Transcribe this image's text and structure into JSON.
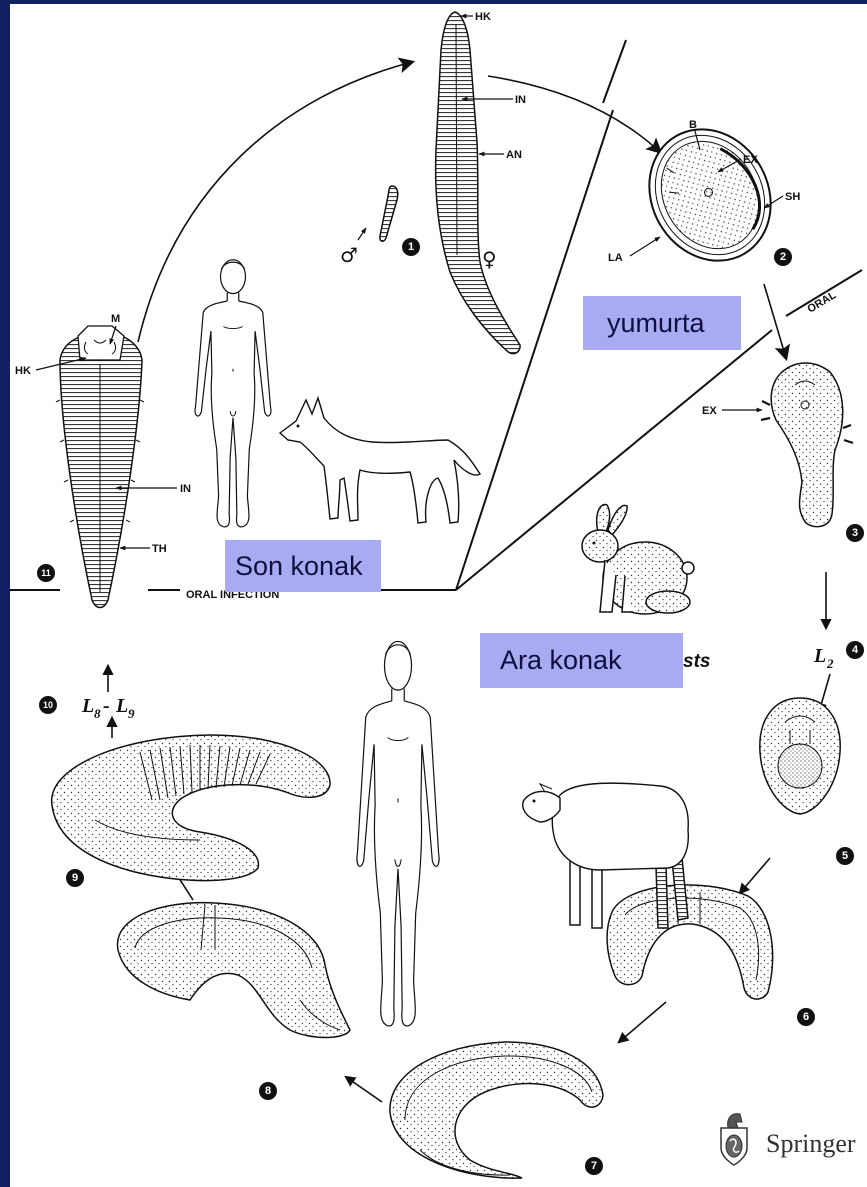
{
  "colors": {
    "frame": "#0f2163",
    "label_box": "#a9abf2",
    "label_text": "#101040",
    "ink": "#111111"
  },
  "labels": {
    "egg": "yumurta",
    "definitive_host": "Son konak",
    "intermediate_host": "Ara konak"
  },
  "stage_numbers": [
    "1",
    "2",
    "3",
    "4",
    "5",
    "6",
    "7",
    "8",
    "9",
    "10",
    "11"
  ],
  "adult_female": {
    "hooks": "HK",
    "intestine": "IN",
    "anus": "AN",
    "female_symbol": "♀",
    "male_symbol": "♂"
  },
  "egg": {
    "b": "B",
    "ex": "EX",
    "sh": "SH",
    "la": "LA"
  },
  "larva": {
    "ex": "EX",
    "l2": {
      "letter": "L",
      "sub": "2"
    },
    "l8_l9": {
      "letter_a": "L",
      "sub_a": "8",
      "dash": "-",
      "letter_b": "L",
      "sub_b": "9"
    }
  },
  "adult_front": {
    "mouth": "M",
    "hooks": "HK",
    "intestine": "IN",
    "thorns": "TH"
  },
  "routes": {
    "oral": "ORAL",
    "oral_infection": "ORAL INFECTION"
  },
  "hosts_caption_fragment": "sts",
  "publisher": "Springer",
  "icons": {
    "human": "human-figure",
    "dog": "dog",
    "rabbit": "rabbit",
    "sheep": "sheep",
    "publisher_logo": "springer-emblem"
  }
}
